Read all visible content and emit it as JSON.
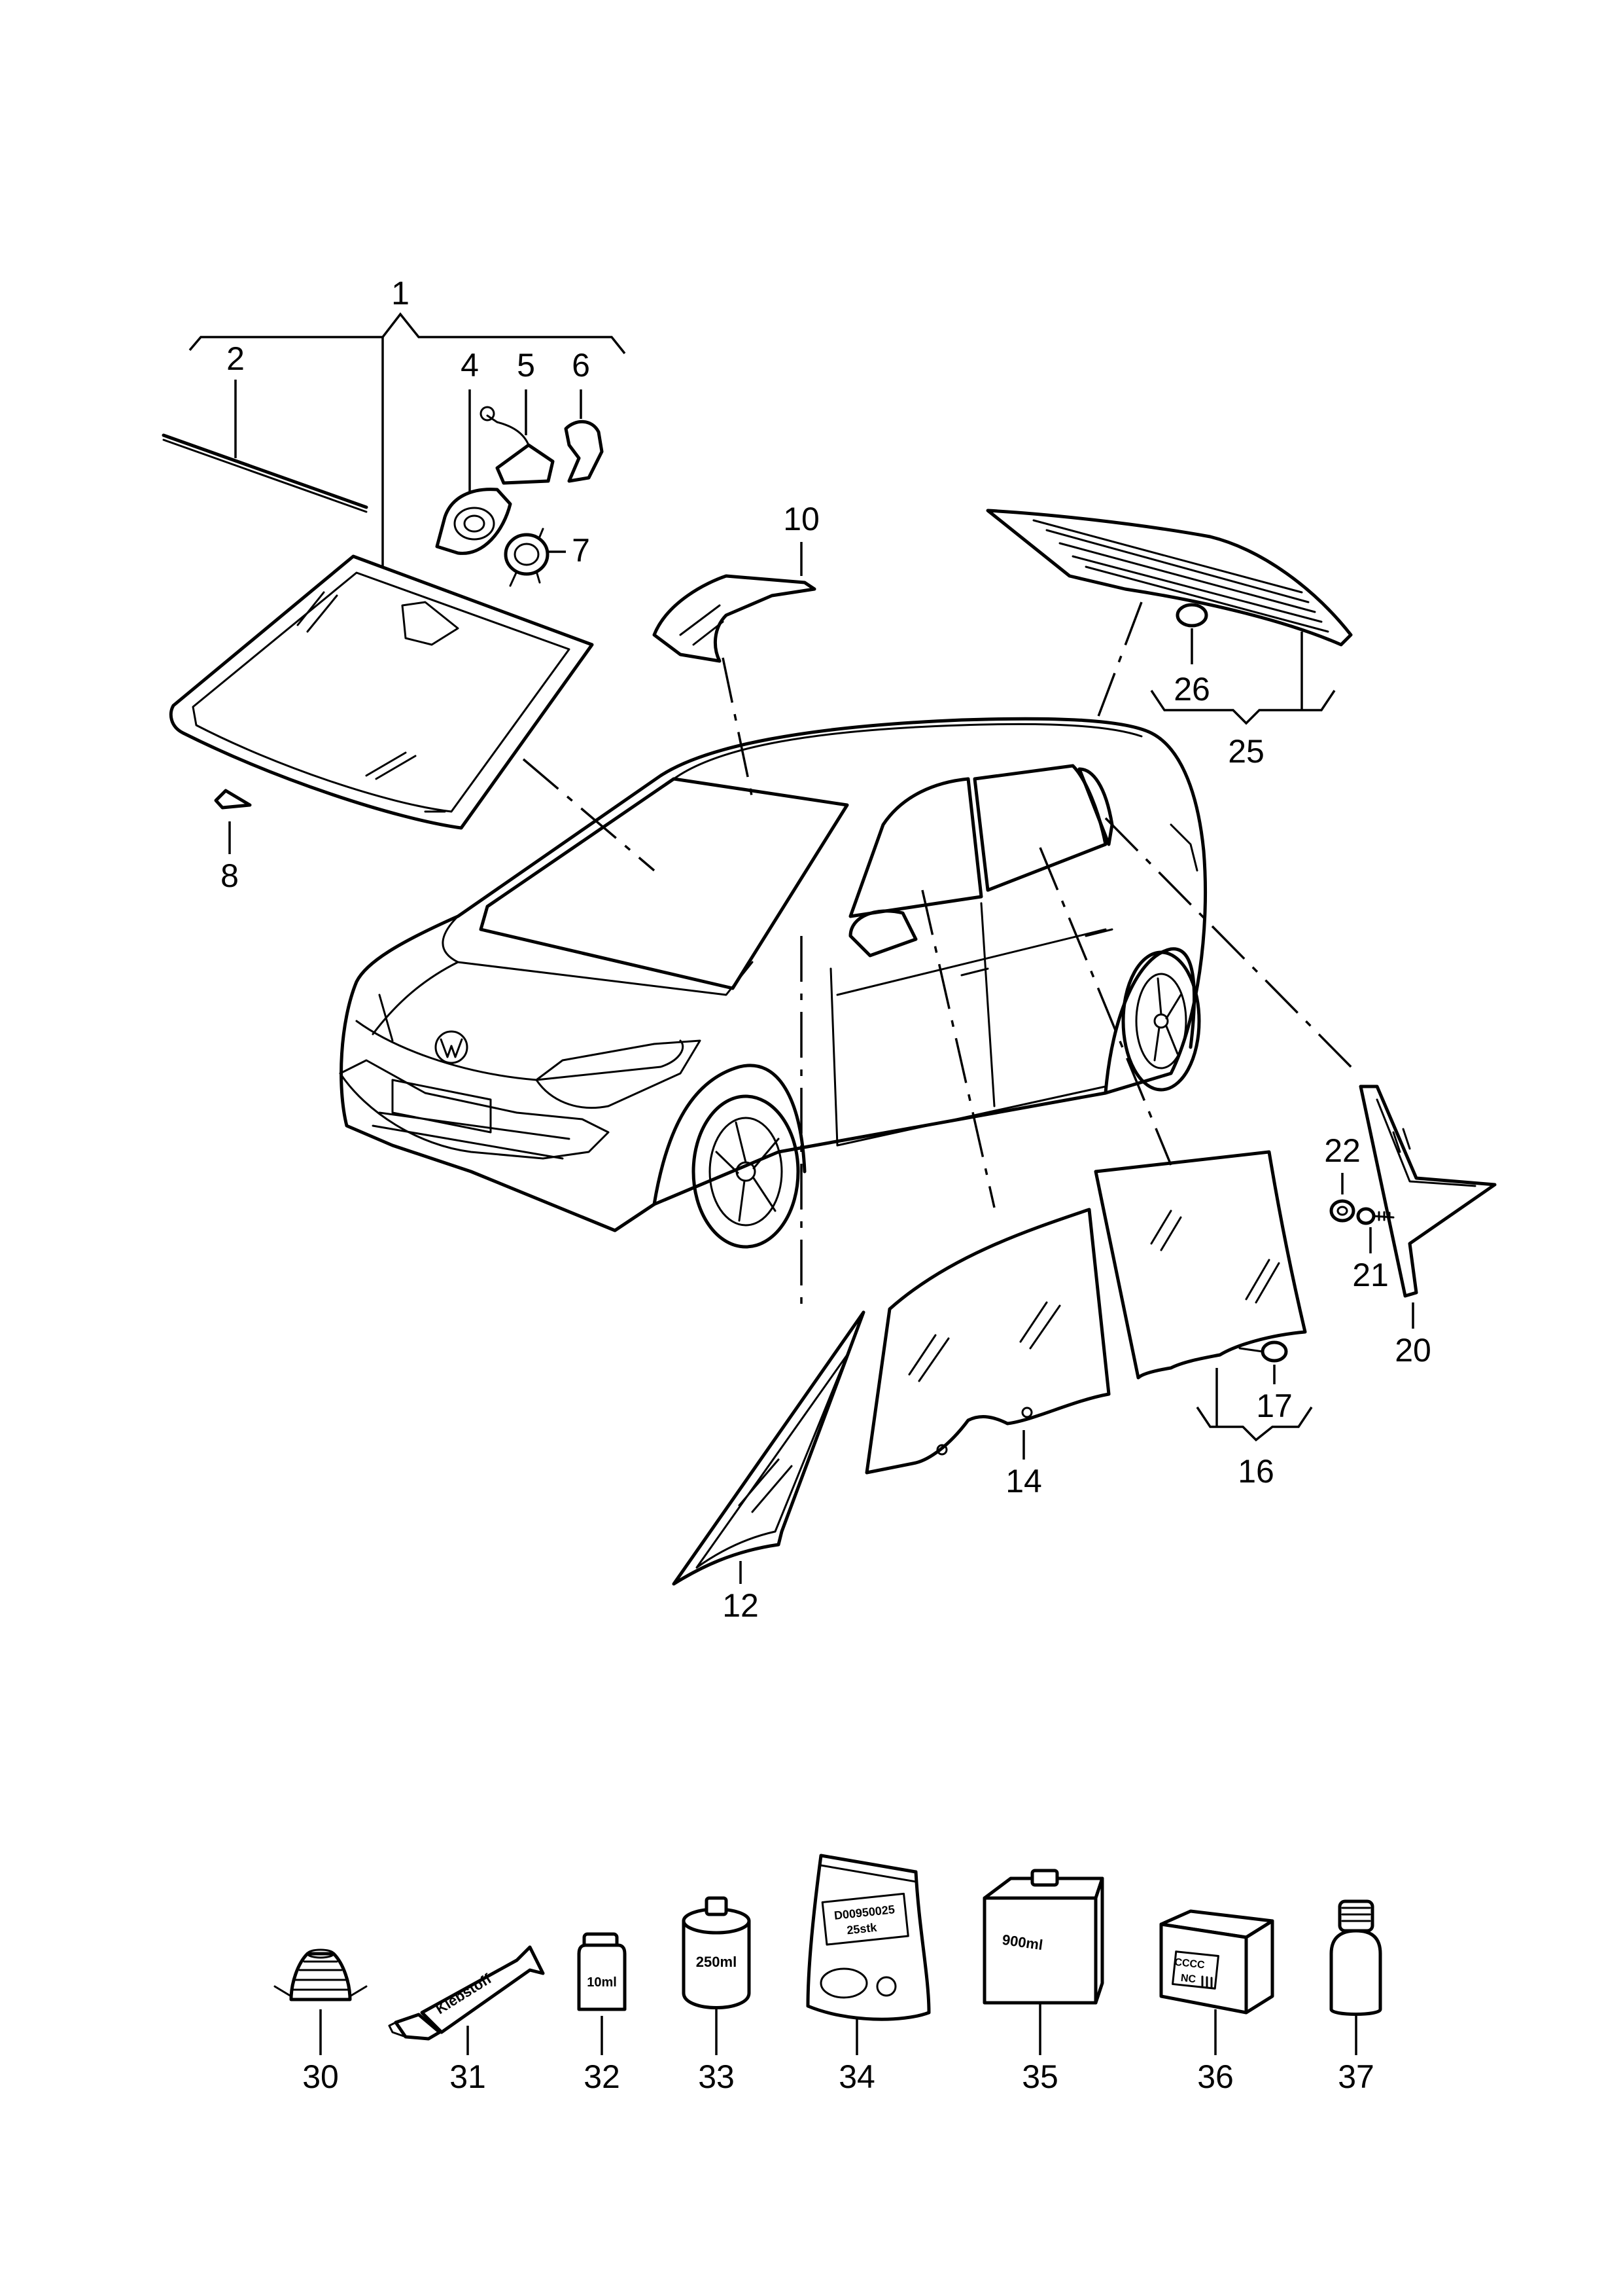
{
  "callouts": {
    "c1": "1",
    "c2": "2",
    "c4": "4",
    "c5": "5",
    "c6": "6",
    "c7": "7",
    "c8": "8",
    "c10": "10",
    "c12": "12",
    "c14": "14",
    "c16": "16",
    "c17": "17",
    "c20": "20",
    "c21": "21",
    "c22": "22",
    "c25": "25",
    "c26": "26",
    "c30": "30",
    "c31": "31",
    "c32": "32",
    "c33": "33",
    "c34": "34",
    "c35": "35",
    "c36": "36",
    "c37": "37"
  },
  "product_labels": {
    "tube": "Klebstoff",
    "small_bottle": "10ml",
    "jar": "250ml",
    "bag_line1": "D00950025",
    "bag_line2": "25stk",
    "can": "900ml",
    "box_line1": "CCCC",
    "box_line2": "NC"
  }
}
